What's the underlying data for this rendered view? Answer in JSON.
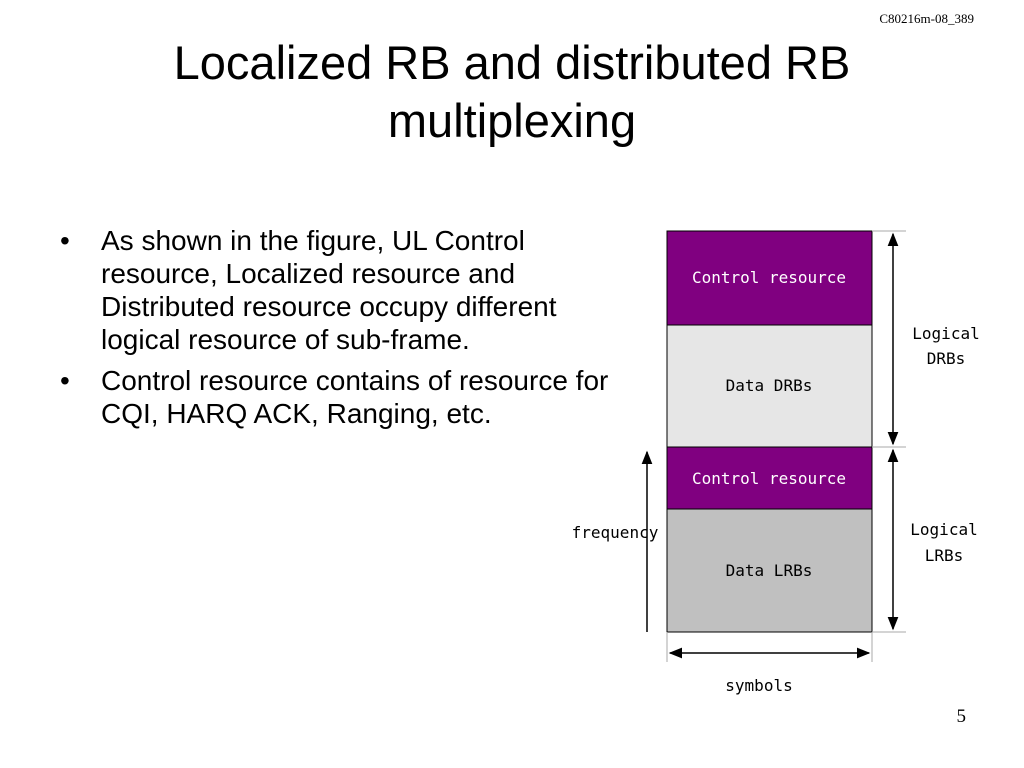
{
  "slide": {
    "doc_id": "C80216m-08_389",
    "title_line1": "Localized RB and distributed RB",
    "title_line2": "multiplexing",
    "page_number": "5",
    "bullets": [
      "As shown in the figure, UL Control resource, Localized resource and Distributed resource occupy different logical resource of sub-frame.",
      "Control resource contains of resource for CQI, HARQ ACK, Ranging, etc."
    ]
  },
  "diagram": {
    "blocks": {
      "control_top": "Control resource",
      "data_drbs": "Data DRBs",
      "control_bottom": "Control resource",
      "data_lrbs": "Data LRBs"
    },
    "labels": {
      "logical_drbs_line1": "Logical",
      "logical_drbs_line2": "DRBs",
      "logical_lrbs_line1": "Logical",
      "logical_lrbs_line2": "LRBs",
      "frequency": "frequency",
      "symbols": "symbols"
    },
    "colors": {
      "control": "#800080",
      "data_drbs": "#e6e6e6",
      "data_lrbs": "#c0c0c0",
      "control_text": "#ffffff"
    }
  }
}
